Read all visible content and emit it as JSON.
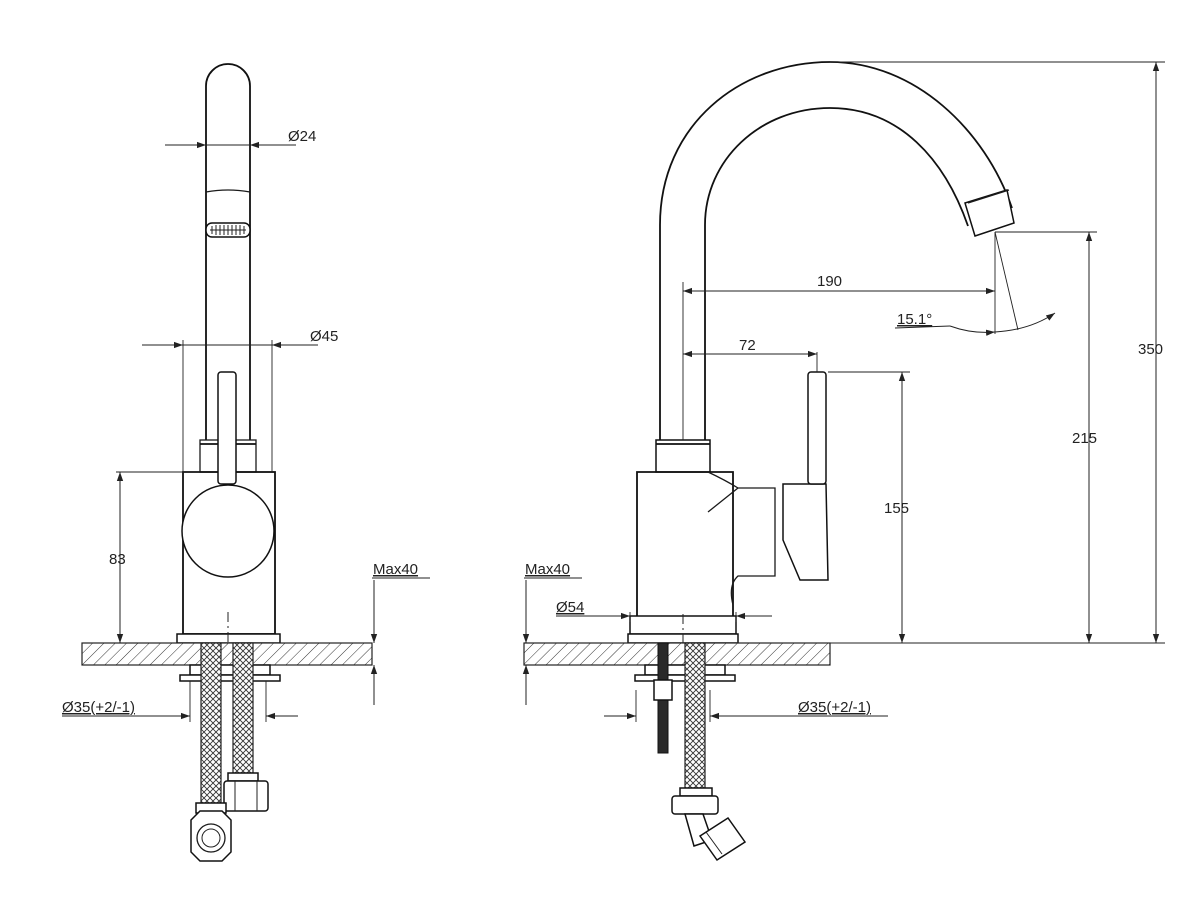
{
  "labels": {
    "d24": "Ø24",
    "d45": "Ø45",
    "h83": "83",
    "max40_left": "Max40",
    "d35_left": "Ø35(+2/-1)",
    "max40_right": "Max40",
    "d54": "Ø54",
    "d35_right": "Ø35(+2/-1)",
    "w190": "190",
    "w72": "72",
    "angle": "15.1°",
    "h155": "155",
    "h215": "215",
    "h350": "350"
  }
}
